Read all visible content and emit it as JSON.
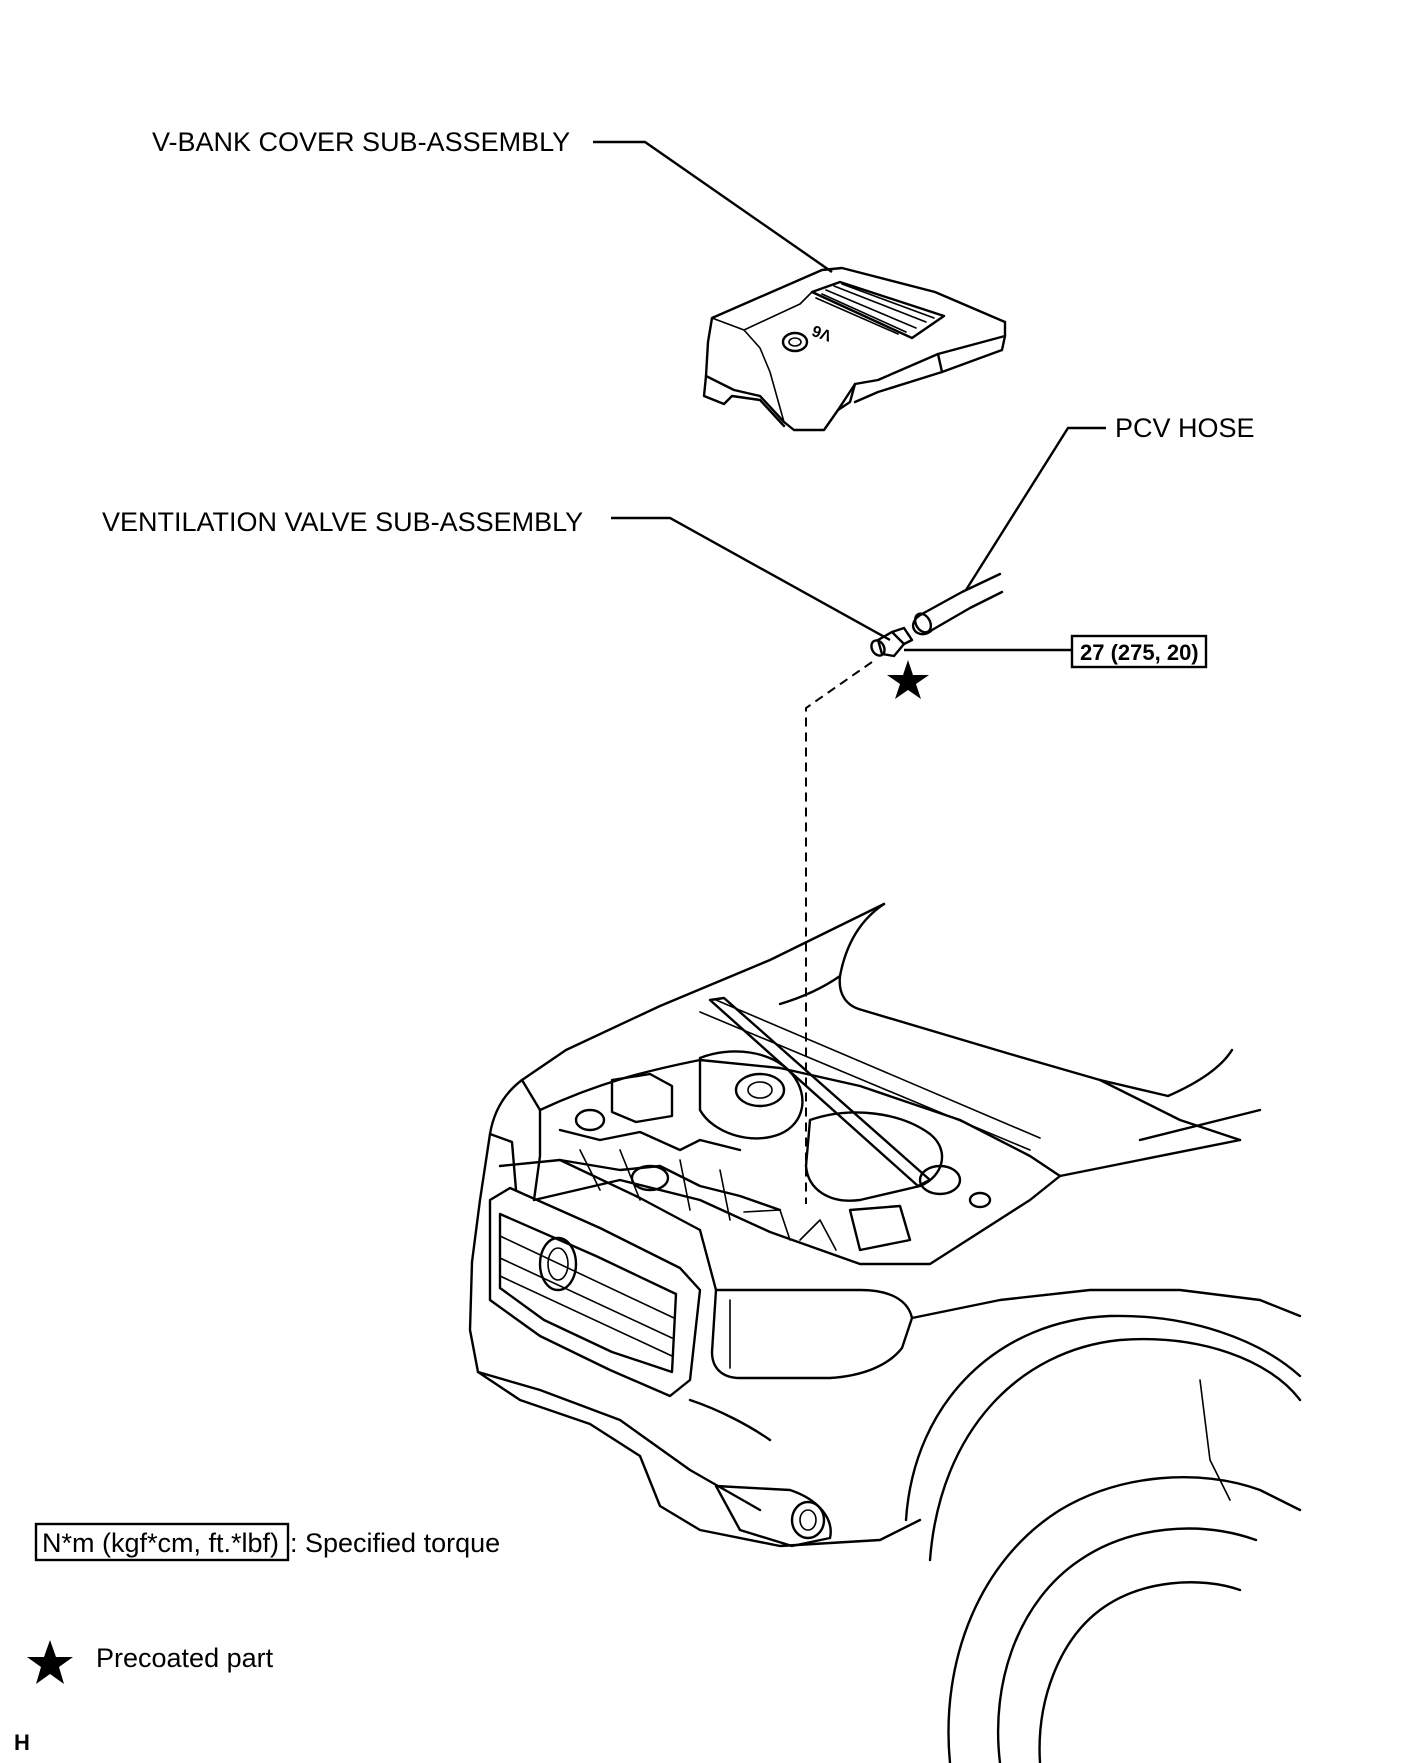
{
  "labels": {
    "vbank_cover": "V-BANK COVER SUB-ASSEMBLY",
    "pcv_hose": "PCV HOSE",
    "ventilation_valve": "VENTILATION VALVE SUB-ASSEMBLY",
    "torque_value": "27 (275, 20)"
  },
  "legend": {
    "torque_units": "N*m (kgf*cm, ft.*lbf)",
    "torque_desc": ": Specified torque",
    "precoated_desc": "Precoated part"
  },
  "footer": {
    "code": "H"
  },
  "icons": [
    "star-icon"
  ]
}
